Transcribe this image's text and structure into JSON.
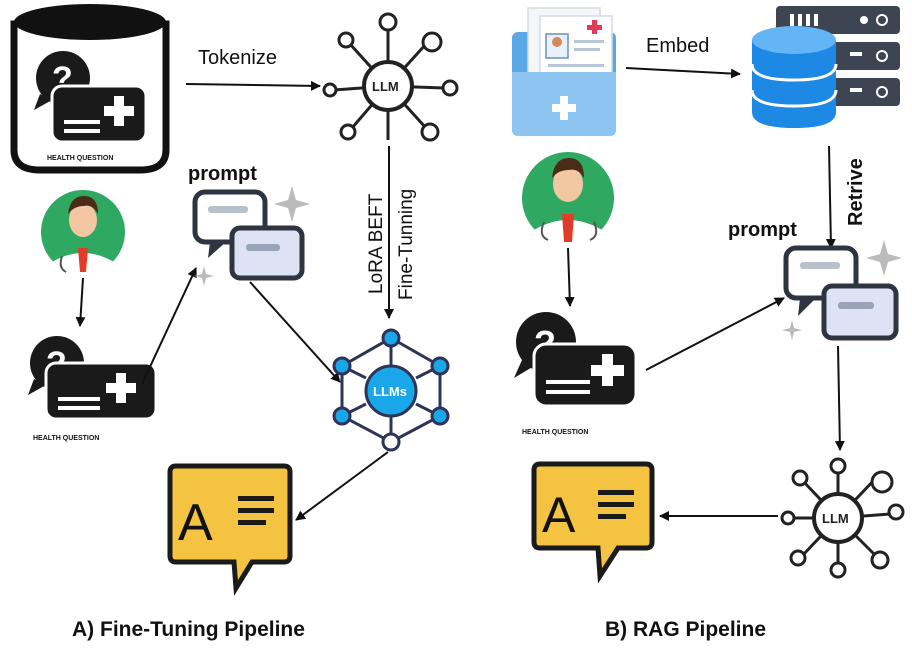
{
  "labels": {
    "tokenize": "Tokenize",
    "embed": "Embed",
    "retrive": "Retrive",
    "prompt_a": "prompt",
    "prompt_b": "prompt",
    "lora": "LoRA BEFT",
    "finetune": "Fine-Tunning",
    "health_q_1": "HEALTH QUESTION",
    "health_q_2": "HEALTH QUESTION",
    "health_q_3": "HEALTH QUESTION",
    "llm_1": "LLM",
    "llm_2": "LLM",
    "llms": "LLMs",
    "answer_1": "A",
    "answer_2": "A"
  },
  "captions": {
    "a": "A) Fine-Tuning Pipeline",
    "b": "B) RAG Pipeline"
  },
  "colors": {
    "answer_yellow": "#f5c342",
    "avatar_green": "#2fa862",
    "llms_blue": "#1aa7ea",
    "db_blue": "#1e88e5",
    "folder_blue": "#8ec5f0",
    "prompt_bubble": "#dde3f5",
    "icon_dark": "#222222"
  }
}
